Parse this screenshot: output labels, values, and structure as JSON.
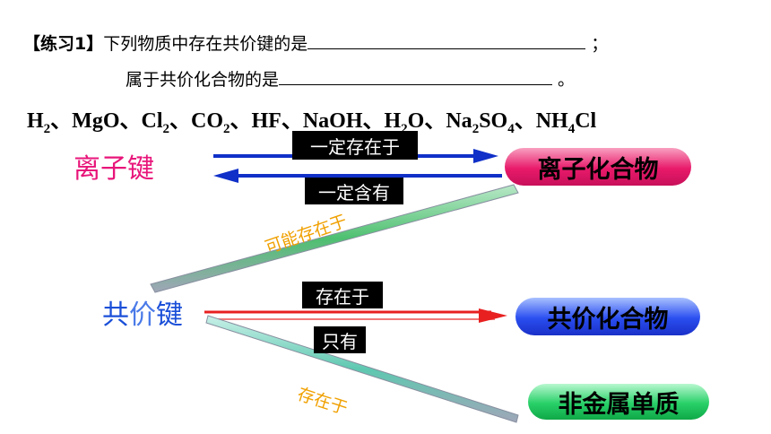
{
  "exercise": {
    "prefix": "【练习1】",
    "q1_text": "下列物质中存在共价键的是",
    "q1_end": "；",
    "q2_text": "属于共价化合物的是",
    "q2_end": "。"
  },
  "formulas": [
    {
      "base": "H",
      "sub": "2"
    },
    {
      "sep": "、"
    },
    {
      "base": "MgO"
    },
    {
      "sep": "、"
    },
    {
      "base": "Cl",
      "sub": "2"
    },
    {
      "sep": "、"
    },
    {
      "base": "CO",
      "sub": "2"
    },
    {
      "sep": "、"
    },
    {
      "base": "HF"
    },
    {
      "sep": "、"
    },
    {
      "base": "NaOH"
    },
    {
      "sep": "、"
    },
    {
      "base": "H",
      "sub": "2",
      "tail": "O"
    },
    {
      "sep": "、"
    },
    {
      "base": "Na",
      "sub": "2",
      "tail": "SO",
      "sub2": "4"
    },
    {
      "sep": "、"
    },
    {
      "base": "NH",
      "sub": "4",
      "tail": "Cl"
    }
  ],
  "nodes": {
    "ionic_bond": "离子键",
    "covalent_bond_1": "共",
    "covalent_bond_2": "价",
    "covalent_bond_3": "键",
    "ionic_compound": "离子化合物",
    "covalent_compound": "共价化合物",
    "nonmetal_element": "非金属单质"
  },
  "edges": {
    "ionic_to_compound": "一定存在于",
    "compound_to_ionic": "一定含有",
    "covalent_to_ionic_compound": "可能存在于",
    "covalent_to_covalent_compound": "存在于",
    "covalent_compound_only": "只有",
    "covalent_to_nonmetal": "存在于"
  },
  "colors": {
    "ionic_bond_text": "#e8157a",
    "covalent_text": "#1a4fd8",
    "blue_arrow": "#1030c8",
    "red_arrow": "#e82020",
    "ionic_pill": "#e81a6a",
    "covalent_pill": "#1a3ee8",
    "nonmetal_pill": "#18c85a",
    "slant_label": "#f0a000"
  }
}
